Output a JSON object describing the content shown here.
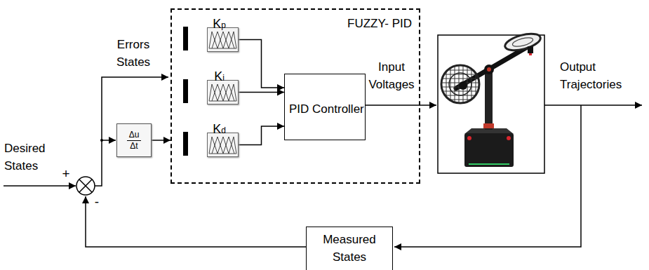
{
  "diagram": {
    "nodes": [
      {
        "text": [
          "Δu",
          "Δt"
        ]
      },
      {
        "text": [
          "FUZZY- PID"
        ]
      },
      {
        "text": [
          "Kp"
        ],
        "in": 1
      },
      {
        "text": [
          "Ki"
        ],
        "in": 1
      },
      {
        "text": [
          "Kd"
        ],
        "in": 1
      },
      {
        "text": [
          "PID Controller"
        ],
        "in": 1
      },
      {
        "text": [
          "Measured States"
        ]
      }
    ],
    "edges": [
      {
        "from": 0,
        "to": 1,
        "arrow": "to"
      },
      {
        "from": 2,
        "to": 5,
        "arrow": "to"
      },
      {
        "from": 3,
        "to": 5,
        "arrow": "to"
      },
      {
        "from": 4,
        "to": 5,
        "arrow": "to"
      }
    ],
    "labels": [
      "Errors States",
      "Input Voltages",
      "Output Trajectories",
      "Desired States",
      "+",
      "-"
    ]
  }
}
